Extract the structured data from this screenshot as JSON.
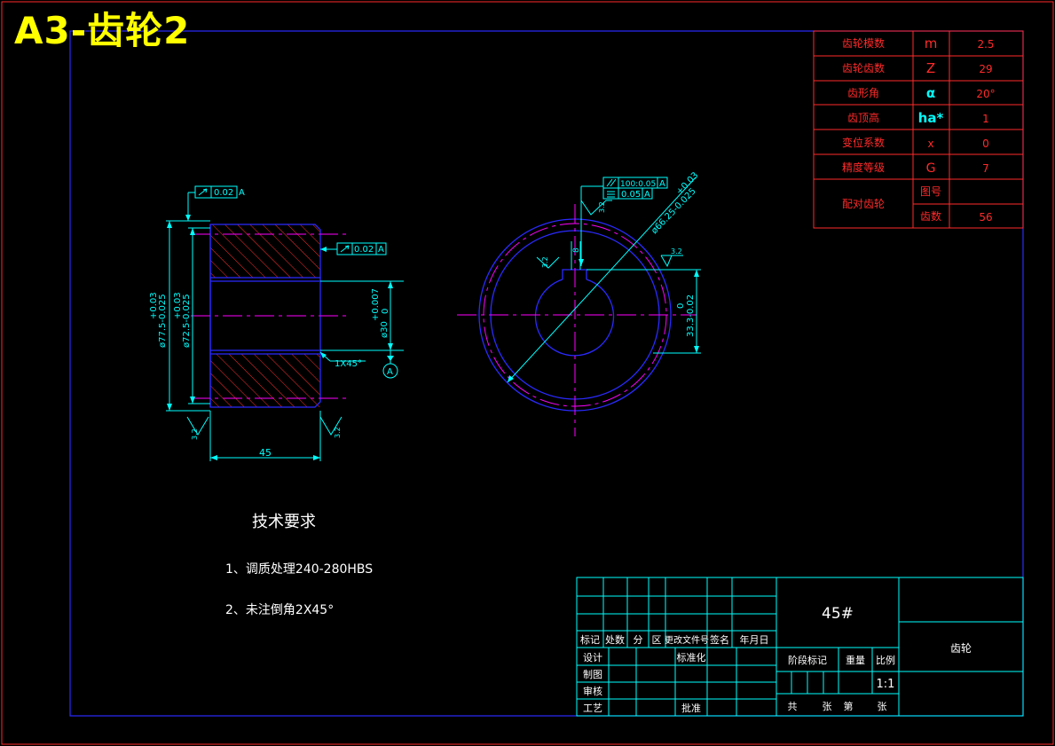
{
  "title": "A3-齿轮2",
  "gear_params": [
    {
      "name": "齿轮模数",
      "symbol": "m",
      "value": "2.5"
    },
    {
      "name": "齿轮齿数",
      "symbol": "Z",
      "value": "29"
    },
    {
      "name": "齿形角",
      "symbol": "α",
      "value": "20°"
    },
    {
      "name": "齿顶高",
      "symbol": "ha*",
      "value": "1"
    },
    {
      "name": "变位系数",
      "symbol": "x",
      "value": "0"
    },
    {
      "name": "精度等级",
      "symbol": "G",
      "value": "7"
    }
  ],
  "mating_gear": {
    "label": "配对齿轮",
    "row1_name": "图号",
    "row1_value": "",
    "row2_name": "齿数",
    "row2_value": "56"
  },
  "front_view": {
    "runout_frame_top": {
      "tol": "0.02",
      "datum": "A"
    },
    "runout_frame_right": {
      "tol": "0.02",
      "datum": "A"
    },
    "dim_outer": "ø77.5-0.025",
    "dim_outer_tol": "+0.03",
    "dim_mid": "ø72.5-0.025",
    "dim_mid_tol": "+0.03",
    "dim_bore": "ø30",
    "dim_bore_tol_upper": "+0.007",
    "dim_bore_tol_lower": "0",
    "chamfer": "1X45°",
    "datum_label": "A",
    "width": "45",
    "roughness_left": "3.2",
    "roughness_right": "3.2"
  },
  "side_view": {
    "parallel_frame": {
      "tol": "100:0.05",
      "datum": "A"
    },
    "symmetry_frame": {
      "tol": "0.05",
      "datum": "A"
    },
    "dim_diameter": "ø66.25-0.025",
    "dim_diameter_tol": "+0.03",
    "dim_keyway_height": "33.3-0.02",
    "dim_keyway_height_tol": "0",
    "dim_keyway_width": "8",
    "roughness_top": "3.2",
    "roughness_left": "3.2",
    "roughness_right": "3.2"
  },
  "tech_requirements": {
    "heading": "技术要求",
    "item1": "1、调质处理240-280HBS",
    "item2": "2、未注倒角2X45°"
  },
  "title_block": {
    "material": "45#",
    "part_name": "齿轮",
    "rev_headers": [
      "标记",
      "处数",
      "分",
      "区",
      "更改文件号",
      "签名",
      "年月日"
    ],
    "design": "设计",
    "standardize": "标准化",
    "drafting": "制图",
    "review": "审核",
    "process": "工艺",
    "approve": "批准",
    "stage_mark": "阶段标记",
    "weight": "重量",
    "scale": "比例",
    "scale_value": "1:1",
    "sheet_total_prefix": "共",
    "sheet_unit1": "张",
    "sheet_num_prefix": "第",
    "sheet_unit2": "张"
  },
  "colors": {
    "frame_red": "#ff2a2a",
    "frame_blue": "#2a2aff",
    "dimension_cyan": "#00ffff",
    "centerline_magenta": "#ff00ff",
    "title_yellow": "#ffff00",
    "hatch_red": "#ff3030"
  }
}
